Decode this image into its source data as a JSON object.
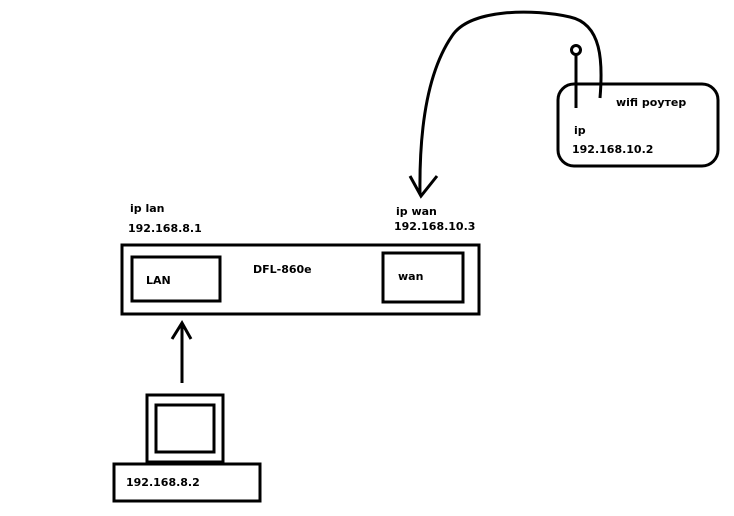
{
  "router": {
    "label": "wifi роутер",
    "ip_label": "ip",
    "ip": "192.168.10.2"
  },
  "firewall": {
    "name": "DFL-860e",
    "lan_port": "LAN",
    "wan_port": "wan"
  },
  "lan_side": {
    "ip_label": "ip lan",
    "ip": "192.168.8.1"
  },
  "wan_side": {
    "ip_label": "ip wan",
    "ip": "192.168.10.3"
  },
  "computer": {
    "ip": "192.168.8.2"
  },
  "colors": {
    "stroke": "#000000",
    "background": "#ffffff"
  }
}
